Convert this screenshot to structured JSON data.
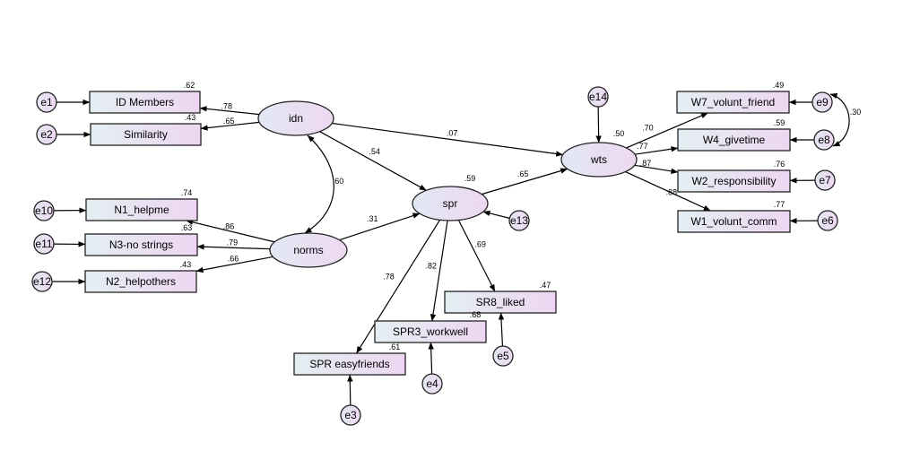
{
  "colors": {
    "box_left": "#e4eef2",
    "box_right": "#eed6f2",
    "ellipse_left": "#e2e8f3",
    "ellipse_right": "#eed8f2",
    "stroke": "#222222"
  },
  "latents": [
    {
      "id": "idn",
      "label": "idn"
    },
    {
      "id": "norms",
      "label": "norms"
    },
    {
      "id": "spr",
      "label": "spr"
    },
    {
      "id": "wts",
      "label": "wts"
    }
  ],
  "observed": [
    {
      "id": "idm",
      "label": "ID Members",
      "r2": ".62"
    },
    {
      "id": "sim",
      "label": "Similarity",
      "r2": ".43"
    },
    {
      "id": "n1",
      "label": "N1_helpme",
      "r2": ".74"
    },
    {
      "id": "n3",
      "label": "N3-no strings",
      "r2": ".63"
    },
    {
      "id": "n2",
      "label": "N2_helpothers",
      "r2": ".43"
    },
    {
      "id": "spre",
      "label": "SPR easyfriends",
      "r2": ".61"
    },
    {
      "id": "spr3",
      "label": "SPR3_workwell",
      "r2": ".68"
    },
    {
      "id": "sr8",
      "label": "SR8_liked",
      "r2": ".47"
    },
    {
      "id": "w7",
      "label": "W7_volunt_friend",
      "r2": ".49"
    },
    {
      "id": "w4",
      "label": "W4_givetime",
      "r2": ".59"
    },
    {
      "id": "w2",
      "label": "W2_responsibility",
      "r2": ".76"
    },
    {
      "id": "w1",
      "label": "W1_volunt_comm",
      "r2": ".77"
    }
  ],
  "errors": [
    {
      "id": "e1",
      "label": "e1"
    },
    {
      "id": "e2",
      "label": "e2"
    },
    {
      "id": "e10",
      "label": "e10"
    },
    {
      "id": "e11",
      "label": "e11"
    },
    {
      "id": "e12",
      "label": "e12"
    },
    {
      "id": "e3",
      "label": "e3"
    },
    {
      "id": "e4",
      "label": "e4"
    },
    {
      "id": "e5",
      "label": "e5"
    },
    {
      "id": "e13",
      "label": "e13"
    },
    {
      "id": "e14",
      "label": "e14"
    },
    {
      "id": "e9",
      "label": "e9"
    },
    {
      "id": "e8",
      "label": "e8"
    },
    {
      "id": "e7",
      "label": "e7"
    },
    {
      "id": "e6",
      "label": "e6"
    }
  ],
  "latent_r2": [
    {
      "id": "spr",
      "value": ".59"
    },
    {
      "id": "wts",
      "value": ".50"
    }
  ],
  "paths": [
    {
      "from": "idn",
      "to": "idm",
      "coef": ".78"
    },
    {
      "from": "idn",
      "to": "sim",
      "coef": ".65"
    },
    {
      "from": "norms",
      "to": "n1",
      "coef": ".86"
    },
    {
      "from": "norms",
      "to": "n3",
      "coef": ".79"
    },
    {
      "from": "norms",
      "to": "n2",
      "coef": ".66"
    },
    {
      "from": "idn",
      "to": "wts",
      "coef": ".07"
    },
    {
      "from": "idn",
      "to": "spr",
      "coef": ".54"
    },
    {
      "from": "norms",
      "to": "spr",
      "coef": ".31"
    },
    {
      "from": "spr",
      "to": "wts",
      "coef": ".65"
    },
    {
      "from": "spr",
      "to": "spre",
      "coef": ".78"
    },
    {
      "from": "spr",
      "to": "spr3",
      "coef": ".82"
    },
    {
      "from": "spr",
      "to": "sr8",
      "coef": ".69"
    },
    {
      "from": "wts",
      "to": "w7",
      "coef": ".70"
    },
    {
      "from": "wts",
      "to": "w4",
      "coef": ".77"
    },
    {
      "from": "wts",
      "to": "w2",
      "coef": ".87"
    },
    {
      "from": "wts",
      "to": "w1",
      "coef": ".88"
    }
  ],
  "error_paths": [
    {
      "from": "e1",
      "to": "idm"
    },
    {
      "from": "e2",
      "to": "sim"
    },
    {
      "from": "e10",
      "to": "n1"
    },
    {
      "from": "e11",
      "to": "n3"
    },
    {
      "from": "e12",
      "to": "n2"
    },
    {
      "from": "e3",
      "to": "spre"
    },
    {
      "from": "e4",
      "to": "spr3"
    },
    {
      "from": "e5",
      "to": "sr8"
    },
    {
      "from": "e13",
      "to": "spr"
    },
    {
      "from": "e14",
      "to": "wts"
    },
    {
      "from": "e9",
      "to": "w7"
    },
    {
      "from": "e8",
      "to": "w4"
    },
    {
      "from": "e7",
      "to": "w2"
    },
    {
      "from": "e6",
      "to": "w1"
    }
  ],
  "covariances": [
    {
      "a": "idn",
      "b": "norms",
      "coef": ".60"
    },
    {
      "a": "e9",
      "b": "e8",
      "coef": ".30"
    }
  ]
}
